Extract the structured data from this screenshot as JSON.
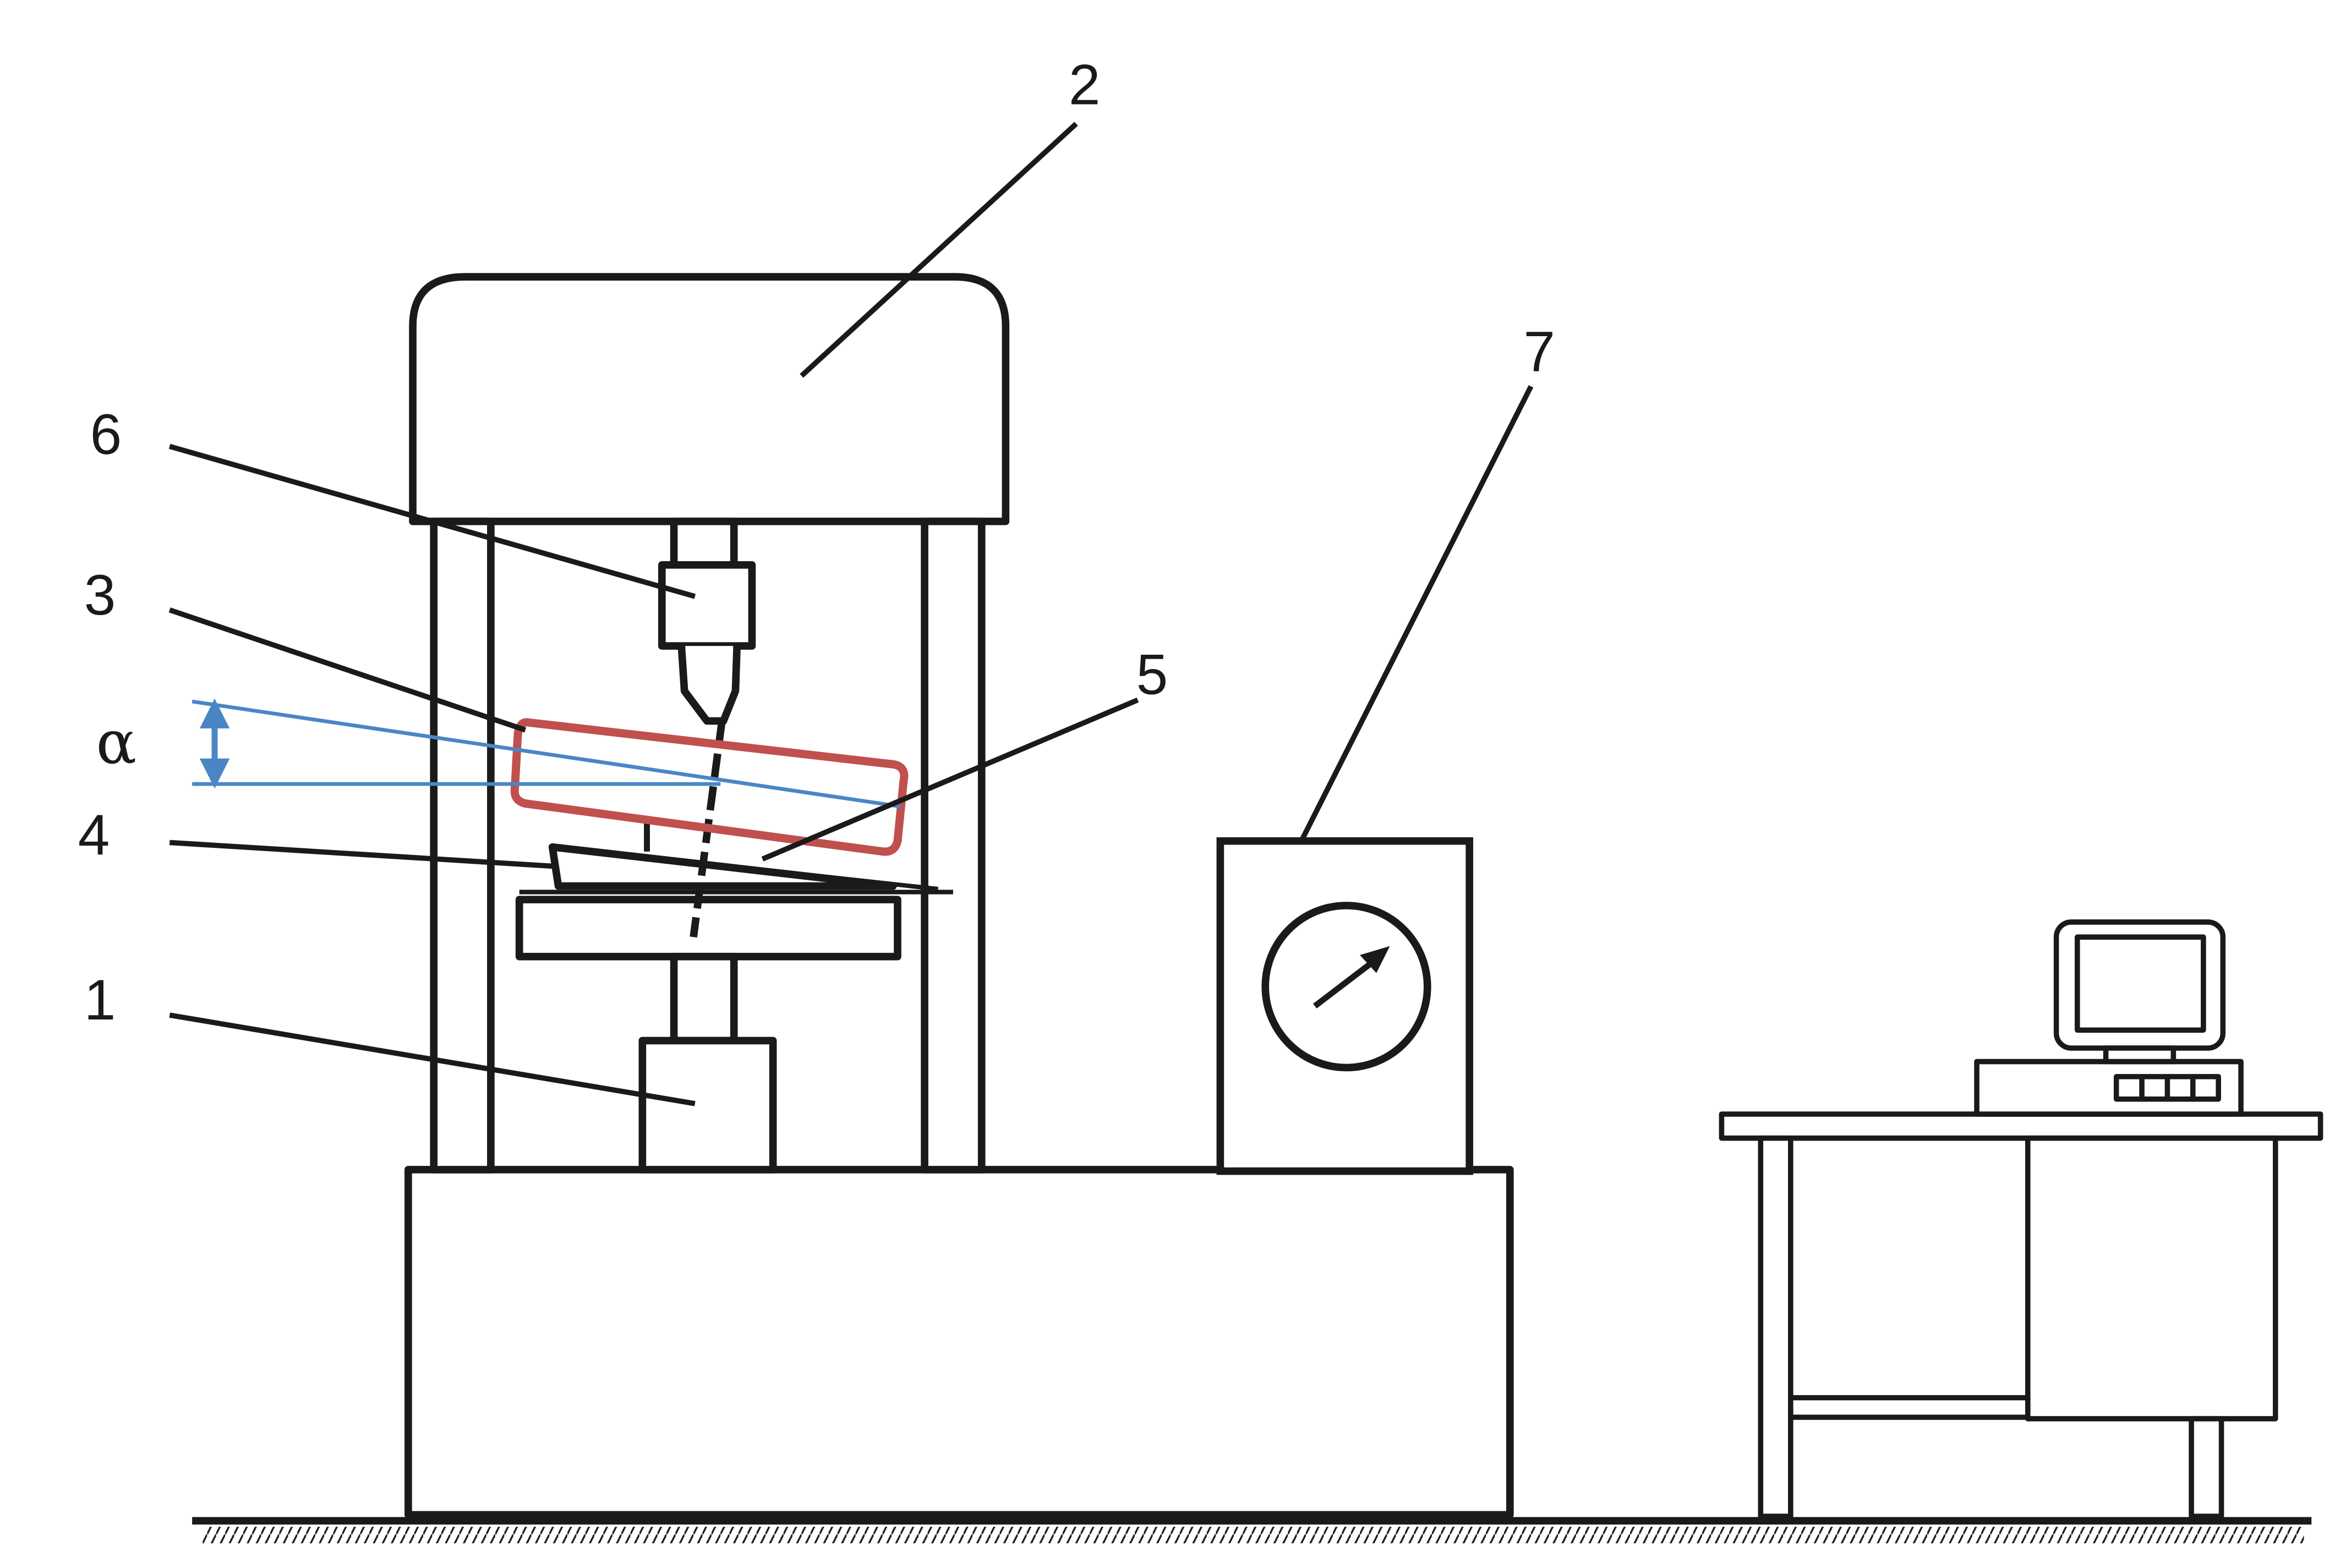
{
  "labels": {
    "base": "1",
    "crosshead": "2",
    "specimen": "3",
    "wedge": "4",
    "wedge_tip": "5",
    "load_cell": "6",
    "gauge_unit": "7",
    "angle": "α"
  },
  "colors": {
    "line": "#1a1a1a",
    "specimen": "#c0504d",
    "angle": "#4a86c5",
    "ground": "#1a1a1a"
  }
}
